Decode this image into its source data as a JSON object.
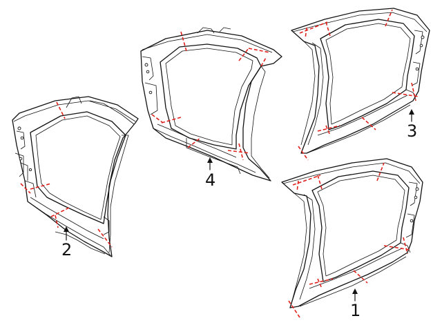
{
  "colors": {
    "line": "#111111",
    "cut_line": "#e0201b",
    "background": "#ffffff"
  },
  "callouts": {
    "c1": "1",
    "c2": "2",
    "c3": "3",
    "c4": "4"
  },
  "parts": [
    {
      "id": "panel-1",
      "callout": "1"
    },
    {
      "id": "panel-2",
      "callout": "2"
    },
    {
      "id": "panel-3",
      "callout": "3"
    },
    {
      "id": "panel-4",
      "callout": "4"
    }
  ]
}
